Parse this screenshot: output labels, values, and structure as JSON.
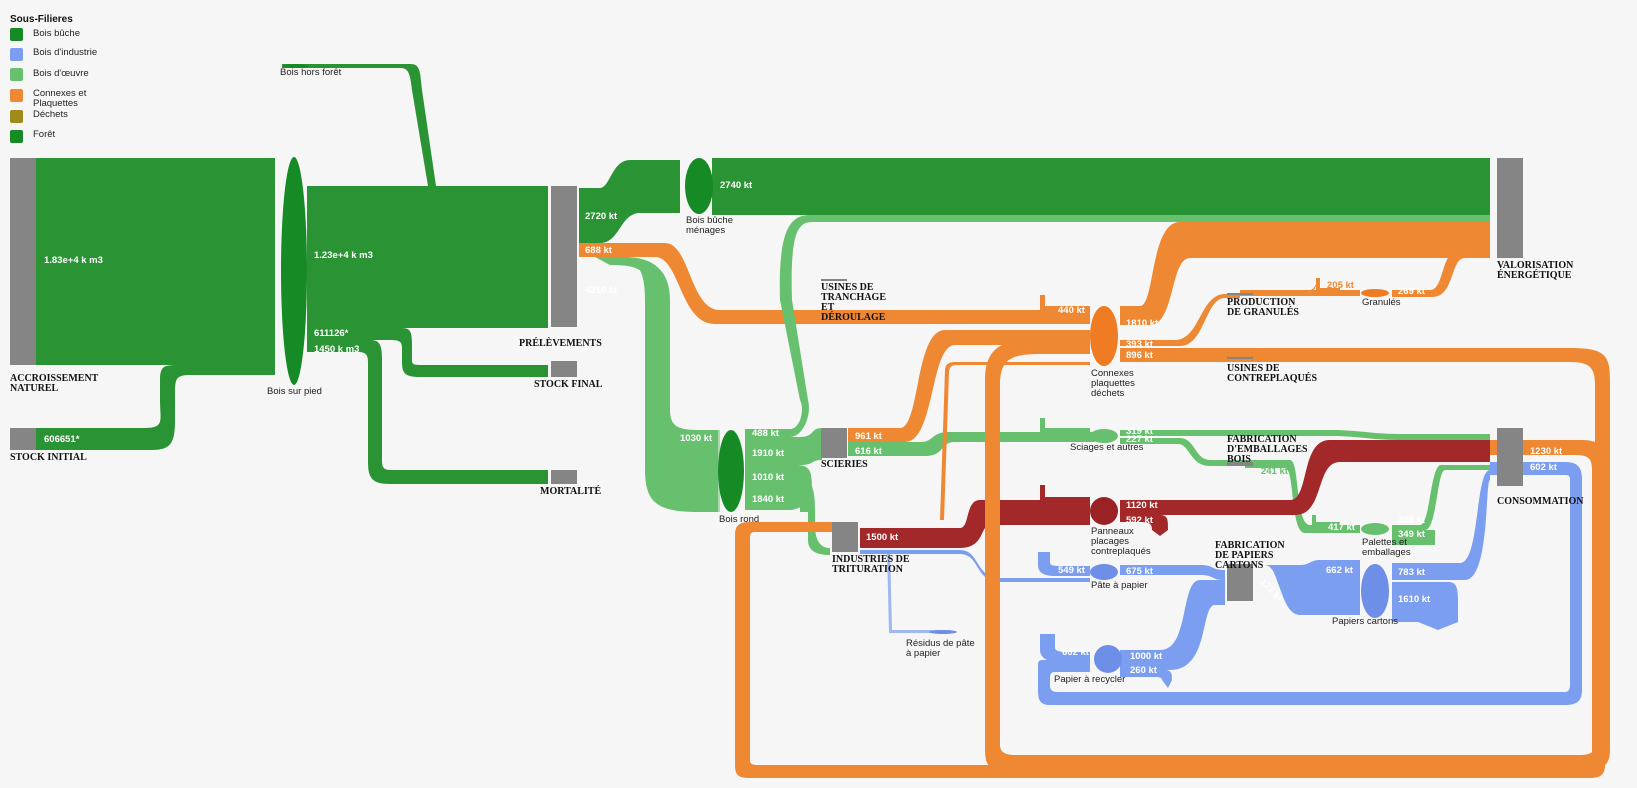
{
  "legend": {
    "title": "Sous-Filieres",
    "items": [
      {
        "label": "Bois bûche",
        "color": "#2a9434"
      },
      {
        "label": "Bois d'industrie",
        "color": "#7b9ef0"
      },
      {
        "label": "Bois d'œuvre",
        "color": "#66c06e"
      },
      {
        "label": "Connexes et Plaquettes",
        "color": "#ef8833"
      },
      {
        "label": "Déchets",
        "color": "#a08a1c"
      },
      {
        "label": "Forêt",
        "color": "#158a25"
      }
    ]
  },
  "colors": {
    "bois_buche": "#2a9434",
    "bois_industrie": "#7b9ef0",
    "bois_oeuvre": "#66c06e",
    "connexes": "#ef8833",
    "dechets": "#a08a1c",
    "foret": "#158a25",
    "panneaux": "#a3282a",
    "node_gray": "#858585"
  },
  "nodes": {
    "accroissement": "ACCROISSEMENT NATUREL",
    "stock_initial": "STOCK INITIAL",
    "bois_hors_foret": "Bois hors forêt",
    "bois_sur_pied": "Bois sur pied",
    "prelevements": "PRÉLÈVEMENTS",
    "stock_final": "STOCK FINAL",
    "mortalite": "MORTALITÉ",
    "bois_buche_menages": "Bois bûche ménages",
    "valorisation": "VALORISATION ÉNERGÉTIQUE",
    "usines_tranchage": "USINES DE TRANCHAGE ET DÉROULAGE",
    "bois_rond": "Bois rond",
    "scieries": "SCIERIES",
    "industries_trituration": "INDUSTRIES DE TRITURATION",
    "connexes_node": "Connexes plaquettes déchets",
    "production_granules": "PRODUCTION DE GRANULÉS",
    "granules": "Granulés",
    "usines_contreplaques": "USINES DE CONTREPLAQUÉS",
    "sciages": "Sciages et autres",
    "fabrication_emballages": "FABRICATION D'EMBALLAGES BOIS",
    "consommation": "CONSOMMATION",
    "panneaux": "Panneaux placages contreplaqués",
    "pate_papier": "Pâte à papier",
    "fabrication_papiers": "FABRICATION DE PAPIERS CARTONS",
    "papiers_cartons": "Papiers cartons",
    "palettes": "Palettes et emballages",
    "residus": "Résidus de pâte à papier",
    "papier_recycler": "Papier à recycler"
  },
  "values": {
    "accroissement": "1.83e+4 k m3",
    "stock_initial": "606651*",
    "bois_sur_pied": "1.23e+4 k m3",
    "stock_final": "611126*",
    "mortalite": "1450 k m3",
    "prelev_buche": "2720 kt",
    "prelev_connexes": "688 kt",
    "prelev_oeuvre": "4210 kt",
    "menages": "2740 kt",
    "bois_rond_in": "1030 kt",
    "rond_tranchage": "488 kt",
    "rond_scieries": "1910 kt",
    "rond_trituration1": "1010 kt",
    "rond_trituration2": "1840 kt",
    "scieries_connexes": "961 kt",
    "scieries_sciages": "616 kt",
    "trituration": "1500 kt",
    "connexes_in": "440 kt",
    "connexes_valo": "1810 kt",
    "connexes_granules": "393 kt",
    "connexes_contre": "896 kt",
    "granules_in": "205 kt",
    "granules_out": "269 kt",
    "sciages_a": "319 kt",
    "sciages_b": "227 kt",
    "emballages": "241 kt",
    "conso_connexes": "1230 kt",
    "conso_industrie": "602 kt",
    "panneaux_a": "1120 kt",
    "panneaux_b": "592 kt",
    "pate_in": "549 kt",
    "pate_out": "675 kt",
    "fab_papiers": "173 kt",
    "papiers_in": "662 kt",
    "papiers_a": "783 kt",
    "papiers_b": "1610 kt",
    "palettes_in": "417 kt",
    "palettes_a": "308 kt",
    "palettes_b": "349 kt",
    "recycler_in": "662 kt",
    "recycler_a": "1000 kt",
    "recycler_b": "260 kt"
  }
}
